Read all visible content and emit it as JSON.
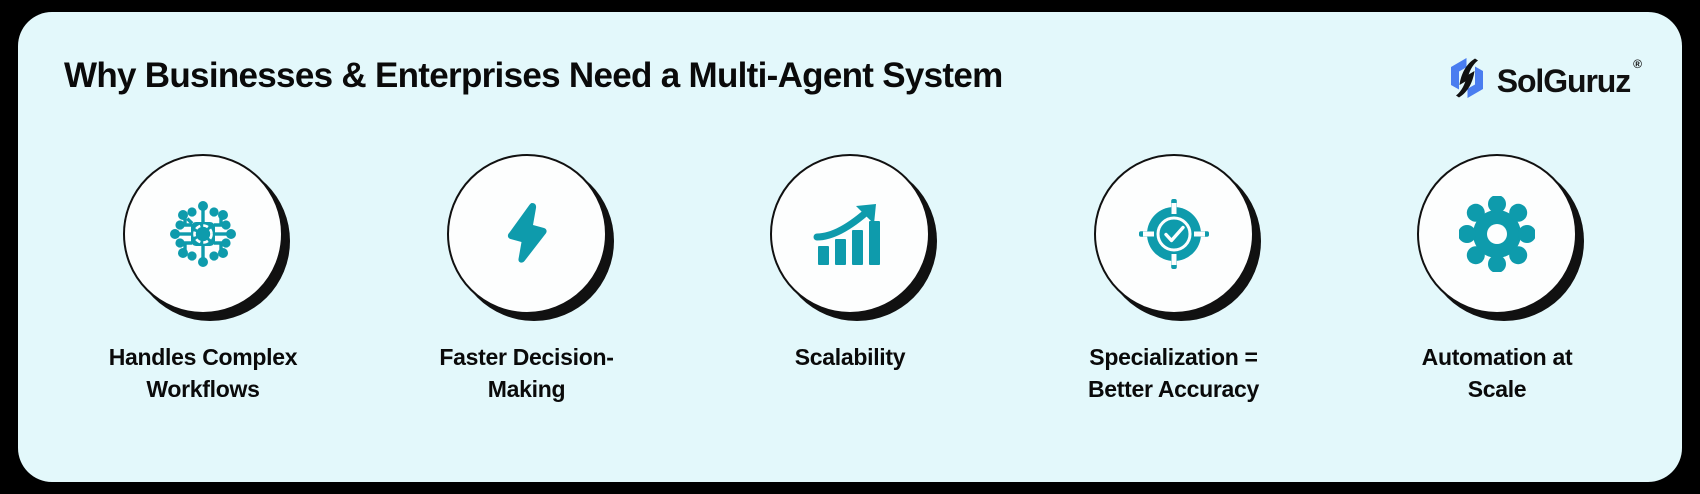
{
  "header": {
    "title": "Why Businesses & Enterprises Need a Multi-Agent System",
    "brand": {
      "name": "SolGuruz",
      "registered_mark": "®",
      "mark_icon": "solguruz-hexagon-logo-mark",
      "mark_color_primary": "#4a7df0",
      "mark_color_secondary": "#111111"
    }
  },
  "theme": {
    "page_background": "#000000",
    "card_background": "#e3f8fb",
    "accent_teal": "#0e9bac",
    "text_color": "#0a0a0a",
    "circle_fill": "#fdfefe",
    "circle_outline": "#111111"
  },
  "features": [
    {
      "icon": "network-hub-icon",
      "label_line1": "Handles Complex",
      "label_line2": "Workflows"
    },
    {
      "icon": "lightning-bolt-icon",
      "label_line1": "Faster Decision-",
      "label_line2": "Making"
    },
    {
      "icon": "growth-chart-icon",
      "label_line1": "Scalability",
      "label_line2": ""
    },
    {
      "icon": "target-check-icon",
      "label_line1": "Specialization =",
      "label_line2": "Better Accuracy"
    },
    {
      "icon": "gear-icon",
      "label_line1": "Automation at",
      "label_line2": "Scale"
    }
  ]
}
